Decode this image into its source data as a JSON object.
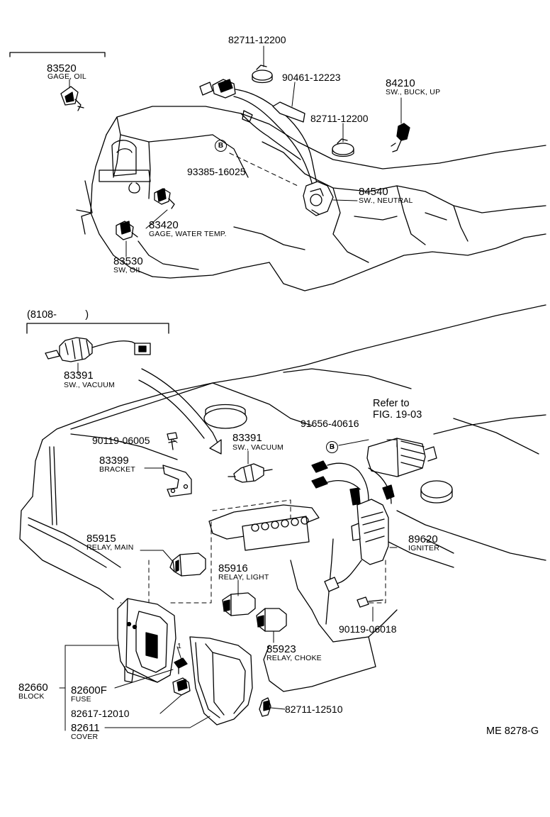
{
  "diagram": {
    "drawing_code": "ME 8278-G",
    "date_bracket": "(8108-          )",
    "refer_to_line1": "Refer to",
    "refer_to_line2": "FIG. 19-03",
    "callout_letter": "B",
    "parts": [
      {
        "id": "83520",
        "name": "GAGE, OIL"
      },
      {
        "id": "82711-12200",
        "name": ""
      },
      {
        "id": "90461-12223",
        "name": ""
      },
      {
        "id": "82711-12200",
        "name": ""
      },
      {
        "id": "84210",
        "name": "SW., BUCK, UP"
      },
      {
        "id": "93385-16025",
        "name": ""
      },
      {
        "id": "84540",
        "name": "SW., NEUTRAL"
      },
      {
        "id": "83420",
        "name": "GAGE, WATER TEMP."
      },
      {
        "id": "83530",
        "name": "SW, OIL"
      },
      {
        "id": "83391",
        "name": "SW., VACUUM"
      },
      {
        "id": "90119-06005",
        "name": ""
      },
      {
        "id": "83391",
        "name": "SW., VACUUM"
      },
      {
        "id": "91656-40616",
        "name": ""
      },
      {
        "id": "83399",
        "name": "BRACKET"
      },
      {
        "id": "85915",
        "name": "RELAY, MAIN"
      },
      {
        "id": "85916",
        "name": "RELAY, LIGHT"
      },
      {
        "id": "89620",
        "name": "IGNITER"
      },
      {
        "id": "90119-06018",
        "name": ""
      },
      {
        "id": "85923",
        "name": "RELAY, CHOKE"
      },
      {
        "id": "82660",
        "name": "BLOCK"
      },
      {
        "id": "82600F",
        "name": "FUSE"
      },
      {
        "id": "82617-12010",
        "name": ""
      },
      {
        "id": "82611",
        "name": "COVER"
      },
      {
        "id": "82711-12510",
        "name": ""
      }
    ],
    "fuse_qty": "1"
  }
}
